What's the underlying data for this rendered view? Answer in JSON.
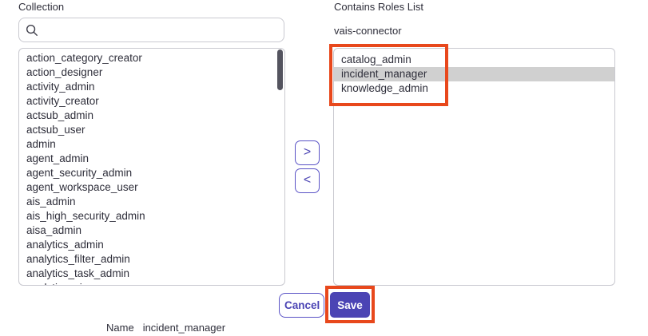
{
  "colors": {
    "accent_purple": "#4b44b4",
    "accent_border": "#5a53c6",
    "annotation_orange": "#e8481c",
    "selection_gray": "#d0d0d0",
    "box_border": "#c9c9d0",
    "text": "#2e2e3a",
    "scrollbar_thumb": "#54545f"
  },
  "left_panel": {
    "label": "Collection",
    "search": {
      "placeholder": "",
      "value": "",
      "icon": "magnifier"
    },
    "items": [
      "action_category_creator",
      "action_designer",
      "activity_admin",
      "activity_creator",
      "actsub_admin",
      "actsub_user",
      "admin",
      "agent_admin",
      "agent_security_admin",
      "agent_workspace_user",
      "ais_admin",
      "ais_high_security_admin",
      "aisa_admin",
      "analytics_admin",
      "analytics_filter_admin",
      "analytics_task_admin",
      "analytics_viewer"
    ]
  },
  "transfer": {
    "move_right_glyph": ">",
    "move_left_glyph": "<"
  },
  "right_panel": {
    "label": "Contains Roles List",
    "group_name": "vais-connector",
    "items": [
      {
        "label": "catalog_admin",
        "selected": false
      },
      {
        "label": "incident_manager",
        "selected": true
      },
      {
        "label": "knowledge_admin",
        "selected": false
      }
    ]
  },
  "footer": {
    "cancel_label": "Cancel",
    "save_label": "Save"
  },
  "name_row": {
    "label": "Name",
    "value": "incident_manager"
  }
}
